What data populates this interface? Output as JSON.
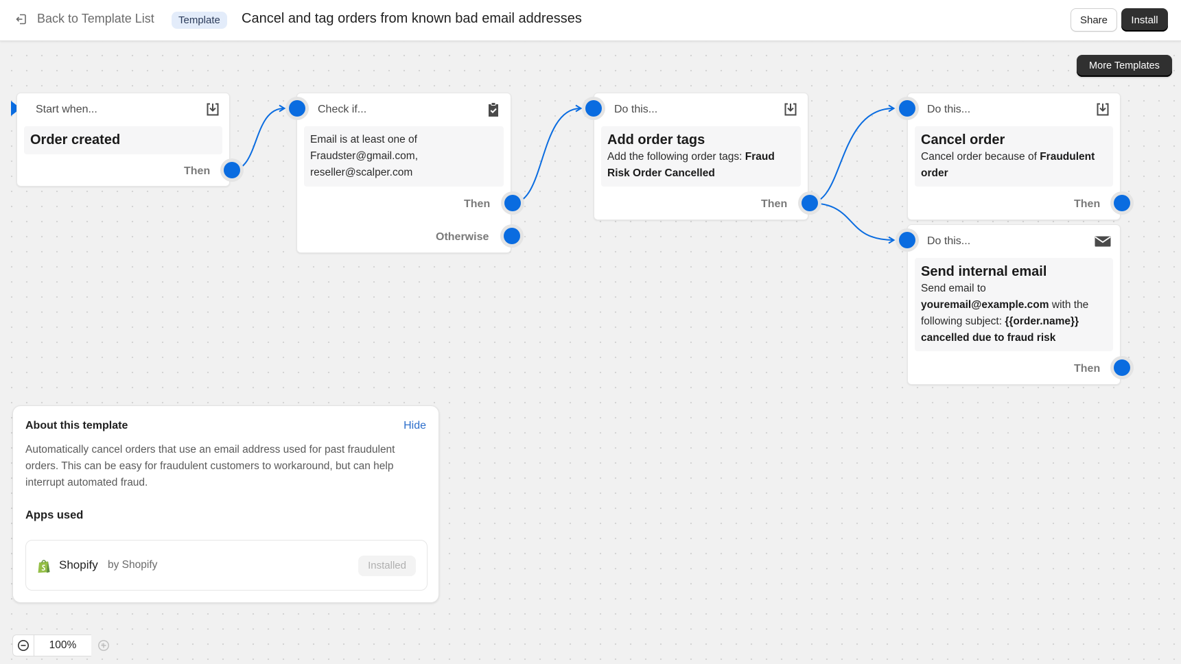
{
  "topbar": {
    "back_label": "Back to Template List",
    "badge": "Template",
    "title": "Cancel and tag orders from known bad email addresses",
    "share_label": "Share",
    "install_label": "Install"
  },
  "more_templates_label": "More Templates",
  "workflow": {
    "start": {
      "header": "Start when...",
      "icon": "download-tray-icon",
      "title": "Order created",
      "then_label": "Then"
    },
    "check": {
      "header": "Check if...",
      "icon": "clipboard-check-icon",
      "line1": "Email is at least one of",
      "line2": "Fraudster@gmail.com,",
      "line3": "reseller@scalper.com",
      "then_label": "Then",
      "otherwise_label": "Otherwise"
    },
    "add_tags": {
      "header": "Do this...",
      "icon": "download-tray-icon",
      "title": "Add order tags",
      "desc_plain": "Add the following order tags:",
      "desc_bold_1": "Fraud",
      "desc_bold_2": "Risk Order Cancelled",
      "then_label": "Then"
    },
    "cancel": {
      "header": "Do this...",
      "icon": "download-tray-icon",
      "title": "Cancel order",
      "desc_plain": "Cancel order because of",
      "desc_bold_1": "Fraudulent",
      "desc_bold_2": "order",
      "then_label": "Then"
    },
    "email": {
      "header": "Do this...",
      "icon": "envelope-icon",
      "title": "Send internal email",
      "line1": "Send email to",
      "email_bold": "youremail@example.com",
      "line2_rest": "with the",
      "line3_plain": "following subject:",
      "subject_bold_1": "{{order.name}}",
      "subject_bold_2": "cancelled due to fraud risk",
      "then_label": "Then"
    }
  },
  "about": {
    "title": "About this template",
    "hide_label": "Hide",
    "description": "Automatically cancel orders that use an email address used for past fraudulent orders. This can be easy for fraudulent customers to workaround, but can help interrupt automated fraud.",
    "apps_title": "Apps used",
    "app": {
      "name": "Shopify",
      "by": "by Shopify",
      "status": "Installed",
      "icon": "shopify-bag-icon"
    }
  },
  "zoom": {
    "value": "100%"
  },
  "colors": {
    "accent": "#0a6ce0",
    "dark_button": "#303030",
    "badge_bg": "#e3ecfa",
    "link": "#2c6ecb"
  }
}
